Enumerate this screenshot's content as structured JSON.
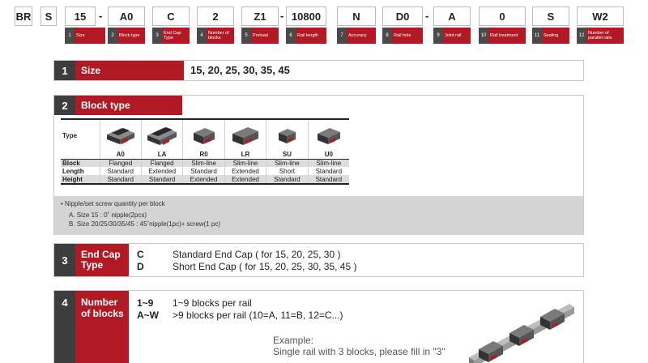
{
  "code_row": {
    "boxes": [
      "BR",
      "S",
      "15",
      "A0",
      "C",
      "2",
      "Z1",
      "10800",
      "N",
      "D0",
      "A",
      "0",
      "S",
      "W2"
    ],
    "separators": [
      "-",
      "-",
      "-",
      "-"
    ],
    "tags": [
      {
        "num": "1",
        "label": "Size"
      },
      {
        "num": "2",
        "label": "Block type"
      },
      {
        "num": "3",
        "label": "End Cap Type"
      },
      {
        "num": "4",
        "label": "Number of blocks"
      },
      {
        "num": "5",
        "label": "Preload"
      },
      {
        "num": "6",
        "label": "Rail length"
      },
      {
        "num": "7",
        "label": "Accuracy"
      },
      {
        "num": "8",
        "label": "Rail hole"
      },
      {
        "num": "9",
        "label": "Joint rail"
      },
      {
        "num": "10",
        "label": "Rail treatment"
      },
      {
        "num": "11",
        "label": "Sealing"
      },
      {
        "num": "12",
        "label": "Number of parallel rails"
      }
    ]
  },
  "section1": {
    "num": "1",
    "title": "Size",
    "value": "15, 20, 25, 30, 35, 45"
  },
  "section2": {
    "num": "2",
    "title": "Block type",
    "table": {
      "row_labels": {
        "type": "Type",
        "block": "Block",
        "length": "Length",
        "height": "Height"
      },
      "codes": [
        "A0",
        "LA",
        "R0",
        "LR",
        "SU",
        "U0"
      ],
      "block": [
        "Flanged",
        "Flanged",
        "Slim-line",
        "Slim-line",
        "Slim-line",
        "Slim-line"
      ],
      "length": [
        "Standard",
        "Extended",
        "Standard",
        "Extended",
        "Short",
        "Standard"
      ],
      "height": [
        "Standard",
        "Standard",
        "Extended",
        "Extended",
        "Standard",
        "Standard"
      ]
    },
    "note": {
      "title": "• Nipple/set screw quantity per block",
      "line_a": "A. Size 15 : 0˚ nipple(2pcs)",
      "line_b": "B. Size 20/25/30/35/45 : 45˚nipple(1pc)+ screw(1 pc)"
    }
  },
  "section3": {
    "num": "3",
    "title_line1": "End Cap",
    "title_line2": "Type",
    "rows": [
      {
        "key": "C",
        "value": "Standard End Cap ( for 15, 20, 25, 30 )"
      },
      {
        "key": "D",
        "value": "Short End Cap ( for 15, 20, 25, 30, 35, 45 )"
      }
    ]
  },
  "section4": {
    "num": "4",
    "title_line1": "Number",
    "title_line2": "of blocks",
    "rows": [
      {
        "key": "1~9",
        "value": "1~9 blocks per rail"
      },
      {
        "key": "A~W",
        "value": ">9 blocks per rail (10=A, 11=B, 12=C...)"
      }
    ],
    "example_label": "Example:",
    "example_text": "Single rail with 3 blocks, please fill in \"3\""
  }
}
